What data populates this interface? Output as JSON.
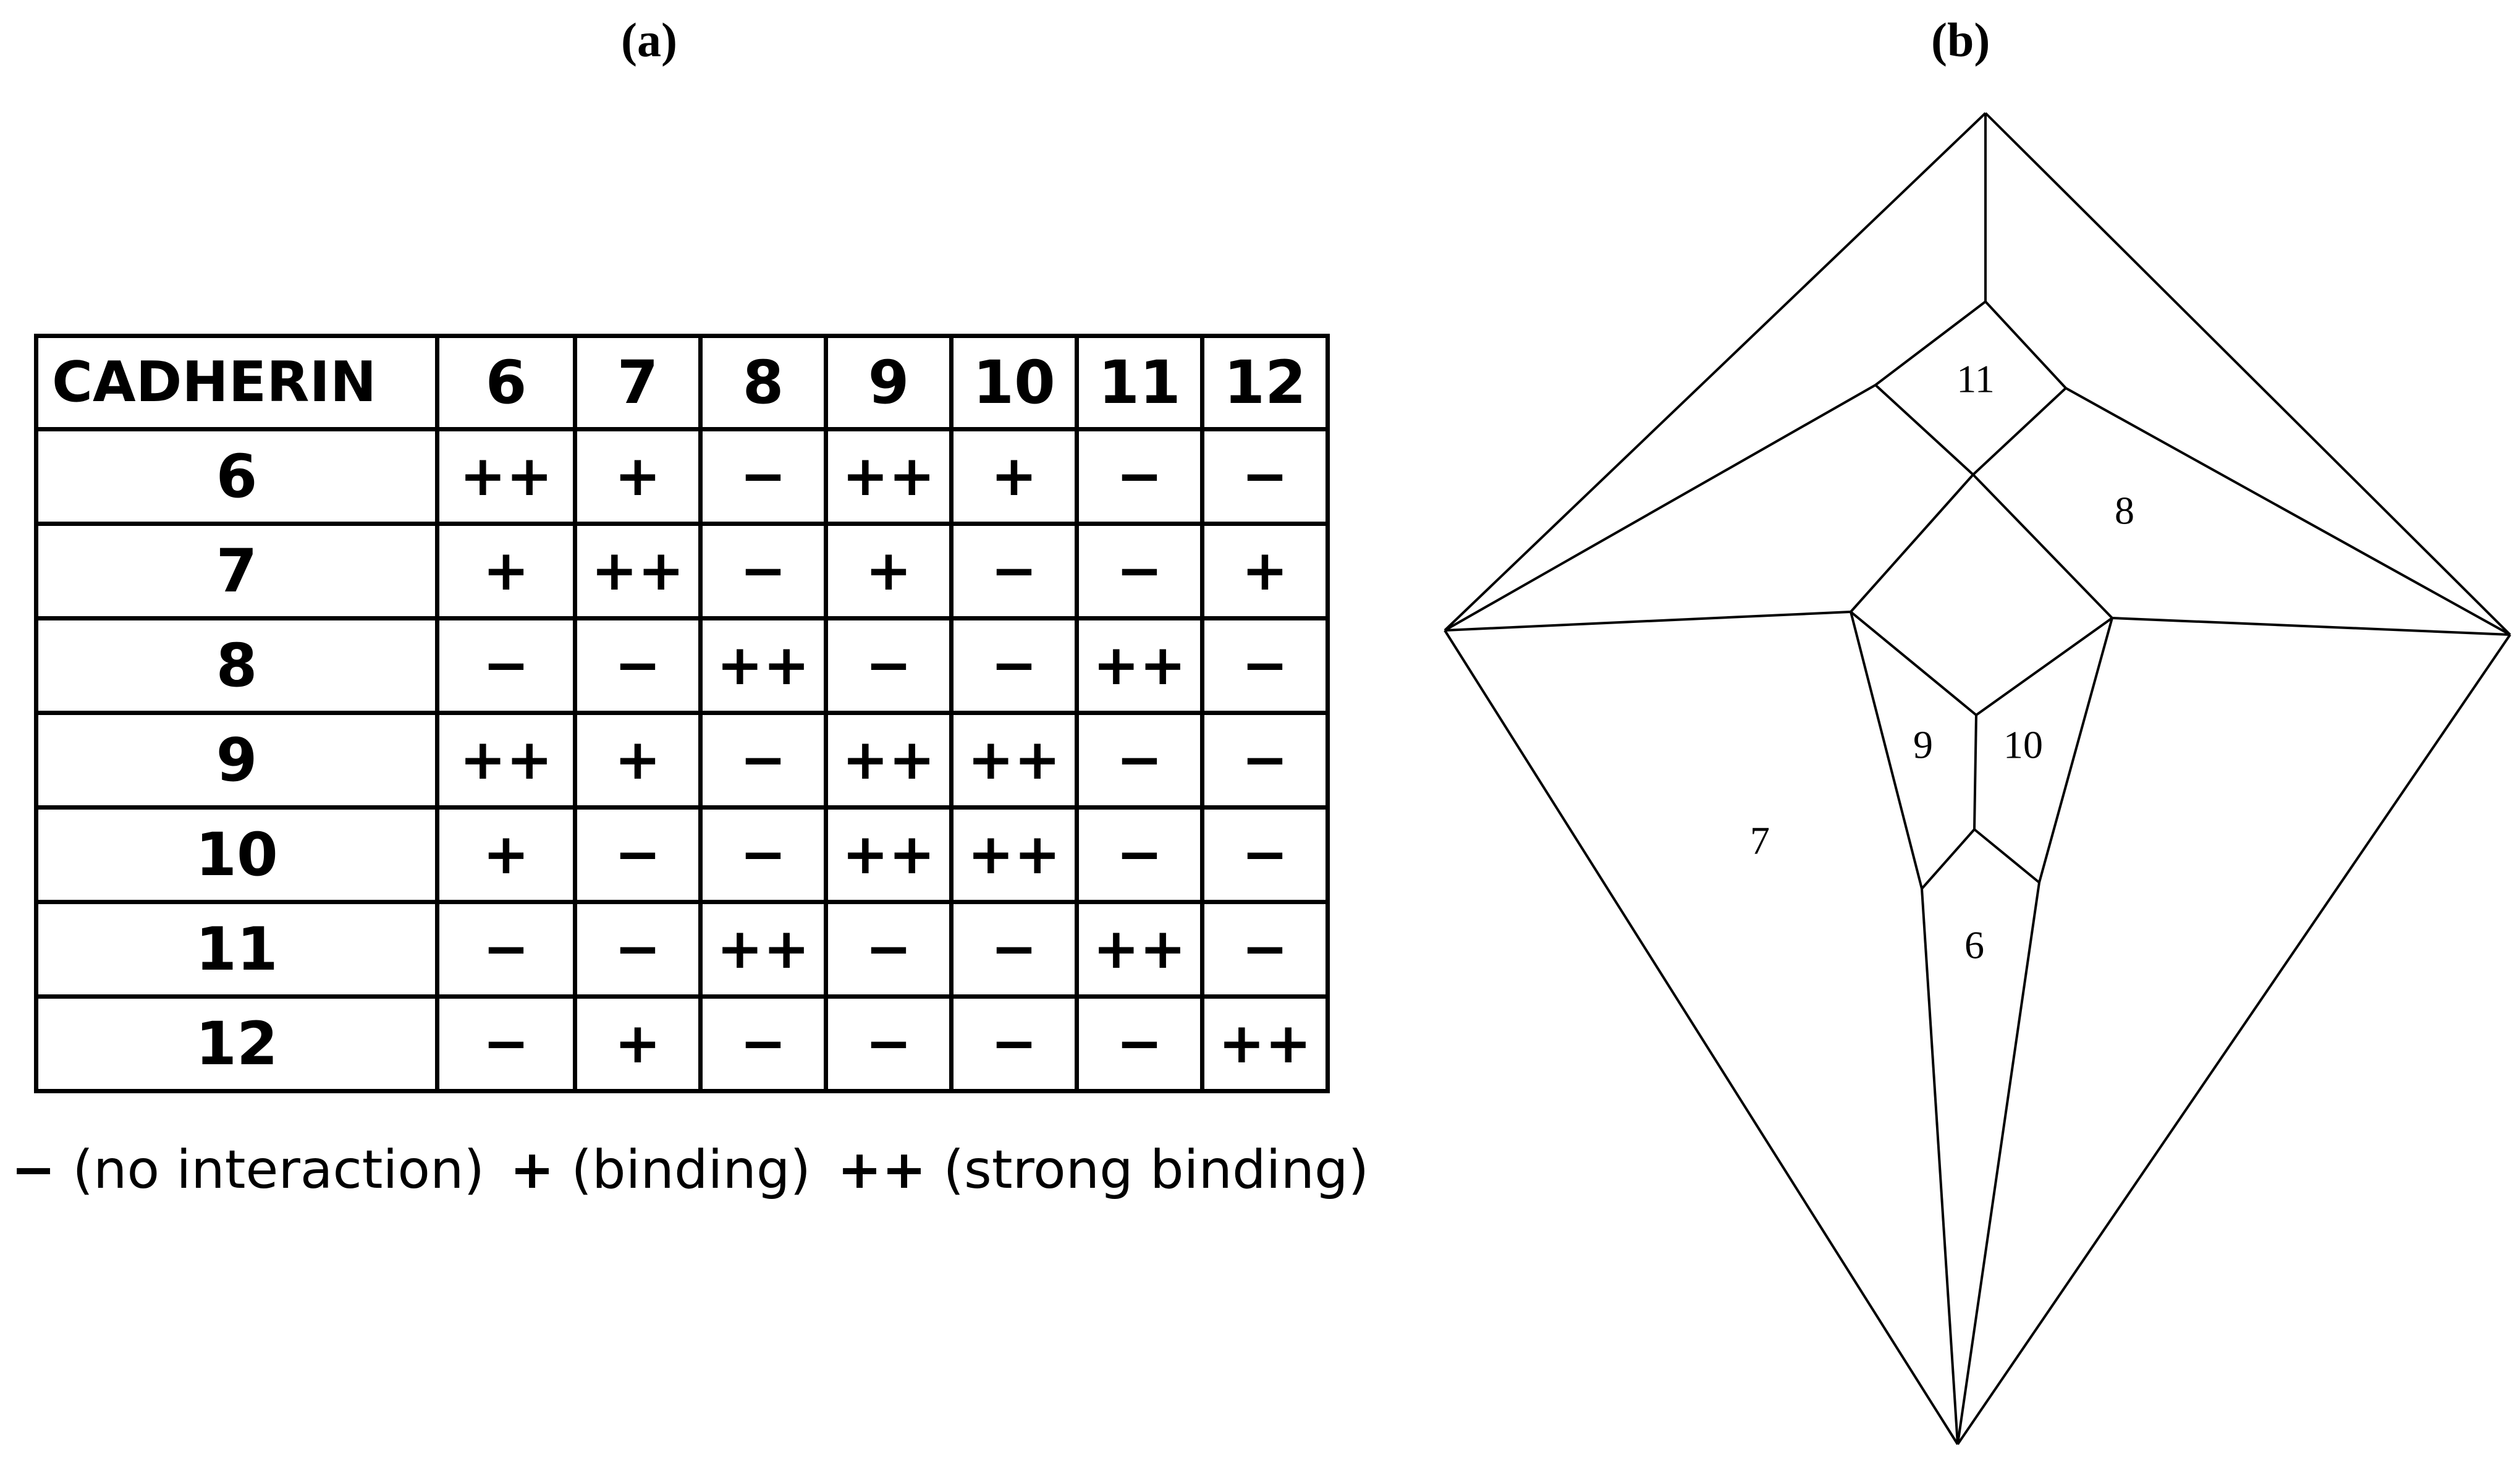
{
  "panel_a": {
    "label": "(a)",
    "table": {
      "corner_header": "CADHERIN",
      "columns": [
        "6",
        "7",
        "8",
        "9",
        "10",
        "11",
        "12"
      ],
      "rows": [
        {
          "label": "6",
          "cells": [
            "++",
            "+",
            "−",
            "++",
            "+",
            "−",
            "−"
          ]
        },
        {
          "label": "7",
          "cells": [
            "+",
            "++",
            "−",
            "+",
            "−",
            "−",
            "+"
          ]
        },
        {
          "label": "8",
          "cells": [
            "−",
            "−",
            "++",
            "−",
            "−",
            "++",
            "−"
          ]
        },
        {
          "label": "9",
          "cells": [
            "++",
            "+",
            "−",
            "++",
            "++",
            "−",
            "−"
          ]
        },
        {
          "label": "10",
          "cells": [
            "+",
            "−",
            "−",
            "++",
            "++",
            "−",
            "−"
          ]
        },
        {
          "label": "11",
          "cells": [
            "−",
            "−",
            "++",
            "−",
            "−",
            "++",
            "−"
          ]
        },
        {
          "label": "12",
          "cells": [
            "−",
            "+",
            "−",
            "−",
            "−",
            "−",
            "++"
          ]
        }
      ]
    },
    "legend": [
      {
        "symbol": "−",
        "text": " (no interaction)"
      },
      {
        "symbol": "+",
        "text": " (binding)"
      },
      {
        "symbol": "++",
        "text": " (strong binding)"
      }
    ]
  },
  "panel_b": {
    "label": "(b)",
    "region_labels": [
      "11",
      "8",
      "9",
      "10",
      "7",
      "6"
    ]
  }
}
